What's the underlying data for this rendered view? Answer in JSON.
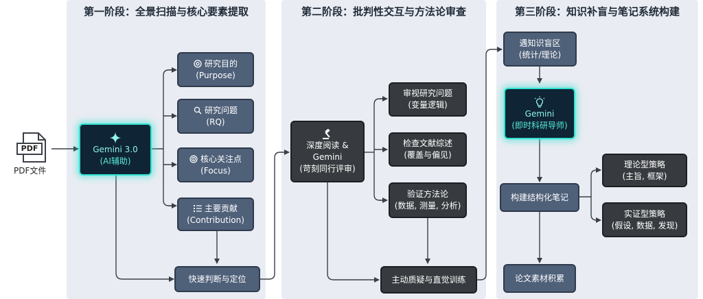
{
  "stages": [
    {
      "title": "第一阶段：全景扫描与核心要素提取"
    },
    {
      "title": "第二阶段：批判性交互与方法论审查"
    },
    {
      "title": "第三阶段：知识补盲与笔记系统构建"
    }
  ],
  "pdf": {
    "badge": "PDF",
    "label": "PDF文件"
  },
  "gemini30": {
    "line1": "Gemini 3.0",
    "line2": "(AI辅助)"
  },
  "stage1_items": [
    {
      "line1": "研究目的",
      "line2": "(Purpose)"
    },
    {
      "line1": "研究问题",
      "line2": "(RQ)"
    },
    {
      "line1": "核心关注点",
      "line2": "(Focus)"
    },
    {
      "line1": "主要贡献",
      "line2": "(Contribution)"
    }
  ],
  "quick_judge": "快速判断与定位",
  "deep_read": {
    "line1": "深度阅读 &",
    "line2": "Gemini",
    "line3": "(苛刻同行评审)"
  },
  "stage2_items": [
    {
      "line1": "审视研究问题",
      "line2": "(变量逻辑)"
    },
    {
      "line1": "检查文献综述",
      "line2": "(覆盖与偏见)"
    },
    {
      "line1": "验证方法论",
      "line2": "(数据, 测量, 分析)"
    }
  ],
  "active_questioning": "主动质疑与直觉训练",
  "blind_spot": {
    "line1": "遇知识盲区",
    "line2": "(统计/理论)"
  },
  "tutor": {
    "line1": "Gemini",
    "line2": "(即时科研导师)"
  },
  "structured_notes": "构建结构化笔记",
  "strategies": [
    {
      "line1": "理论型策略",
      "line2": "(主旨, 框架)"
    },
    {
      "line1": "实证型策略",
      "line2": "(假设, 数据, 发现)"
    }
  ],
  "material": "论文素材积累",
  "colors": {
    "slate": "#4f6079",
    "dark": "#373b3f",
    "glow": "#2fe3d2",
    "panel": "#e9edf3"
  }
}
